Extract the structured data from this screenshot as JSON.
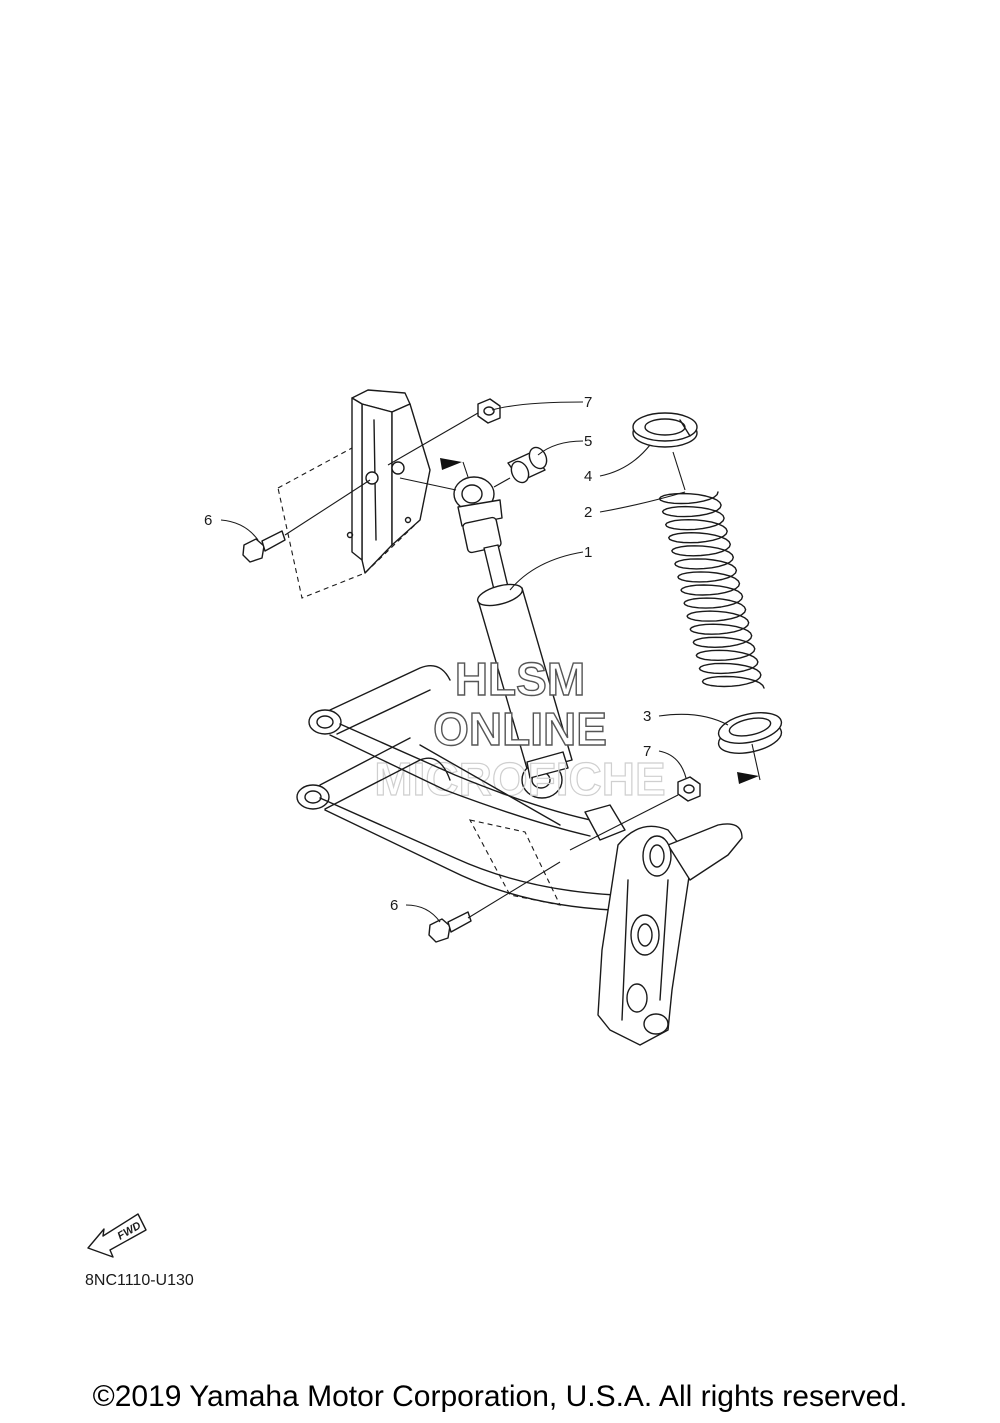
{
  "callouts": {
    "c1": "1",
    "c2": "2",
    "c3": "3",
    "c4": "4",
    "c5": "5",
    "c6a": "6",
    "c6b": "6",
    "c7a": "7",
    "c7b": "7"
  },
  "watermark": {
    "line1": "HLSM",
    "line2": "ONLINE",
    "line3": "MICROFICHE"
  },
  "fwd_badge": "FWD",
  "diagram_code": "8NC1110-U130",
  "copyright": "©2019 Yamaha Motor Corporation, U.S.A. All rights reserved."
}
